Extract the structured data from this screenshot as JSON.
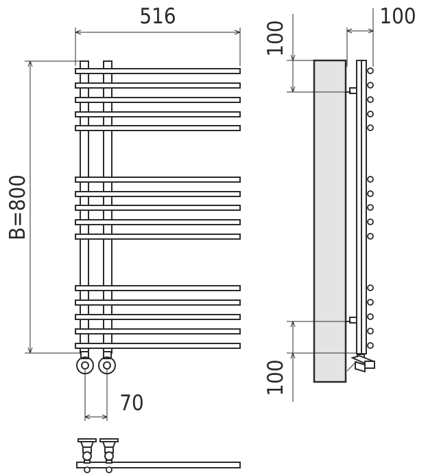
{
  "dimensions": {
    "width": "516",
    "depth": "100",
    "height": "B=800",
    "pipe_spacing": "70",
    "top_offset": "100",
    "bottom_offset": "100"
  },
  "colors": {
    "line": "#2a2a2a",
    "panel_fill": "#e4e4e4",
    "background": "#ffffff"
  }
}
